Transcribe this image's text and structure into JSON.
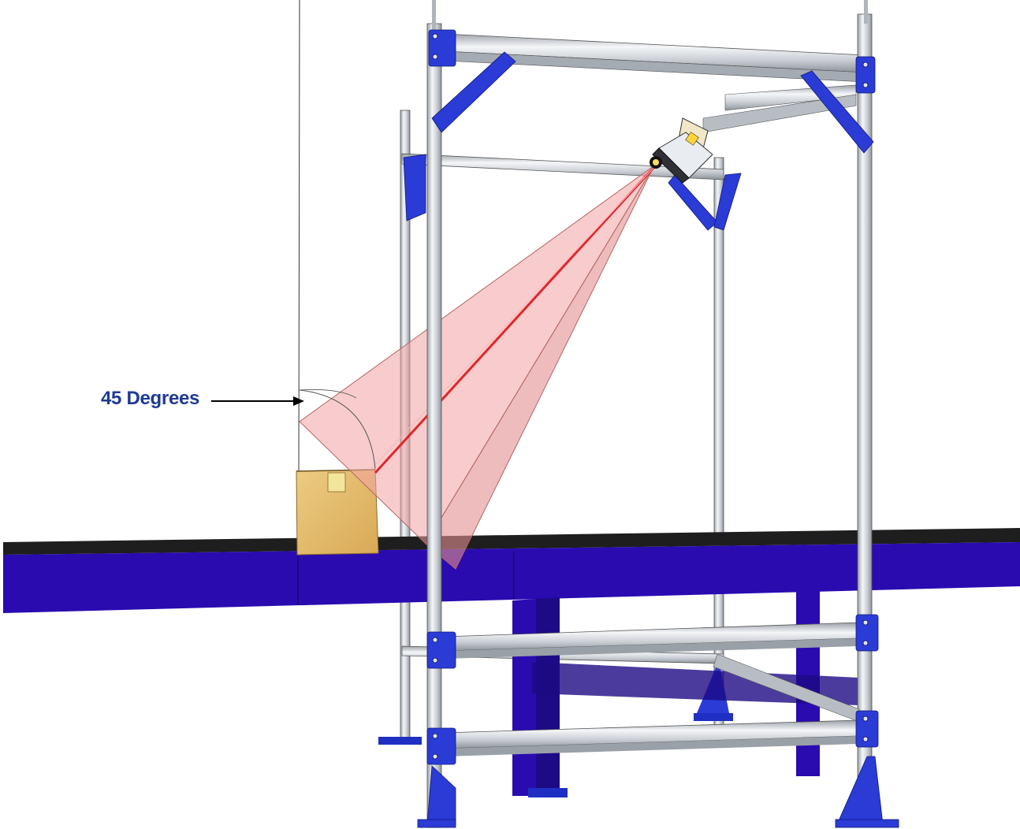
{
  "annotation": {
    "angle_label": "45 Degrees"
  },
  "colors": {
    "frame_blue": "#2b3bd6",
    "conveyor_blue": "#2a0bb0",
    "conveyor_belt": "#1e1e1e",
    "aluminum": "#d9dde2",
    "laser_fan": "#f2a3a3",
    "laser_line": "#e0262b",
    "box": "#e2b564",
    "label_text": "#1f3a93"
  },
  "icons": [
    "leader-arrow",
    "scanner-head",
    "carton-box"
  ]
}
